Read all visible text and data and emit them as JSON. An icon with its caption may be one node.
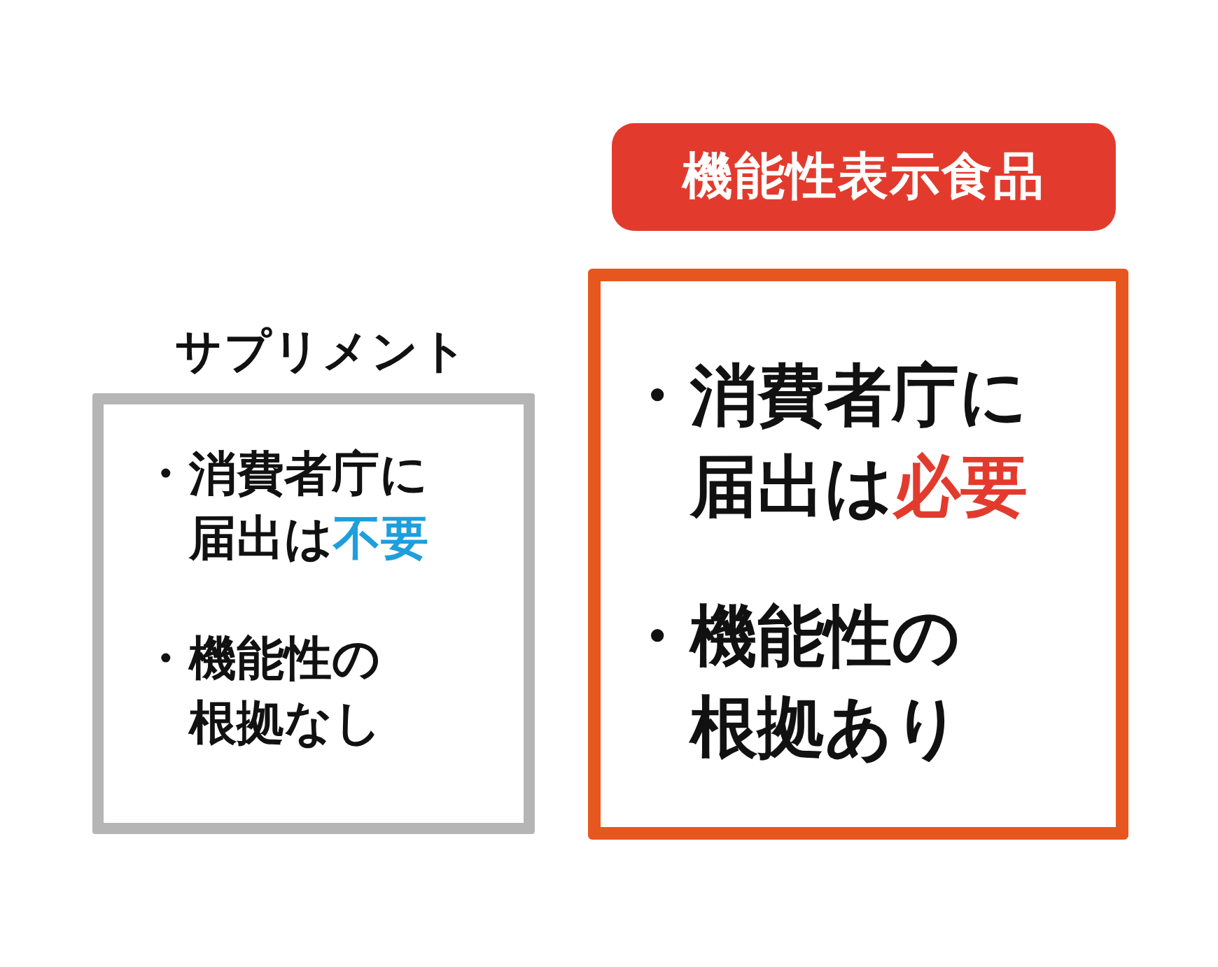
{
  "diagram": {
    "nodes": [
      {
        "text": [
          "サプリメント",
          "・消費者庁に届出は**不要**",
          "・機能性の根拠なし"
        ]
      },
      {
        "text": [
          "機能性表示食品"
        ]
      },
      {
        "text": [
          "・消費者庁に届出は**必要**",
          "・機能性の根拠あり"
        ]
      }
    ]
  }
}
